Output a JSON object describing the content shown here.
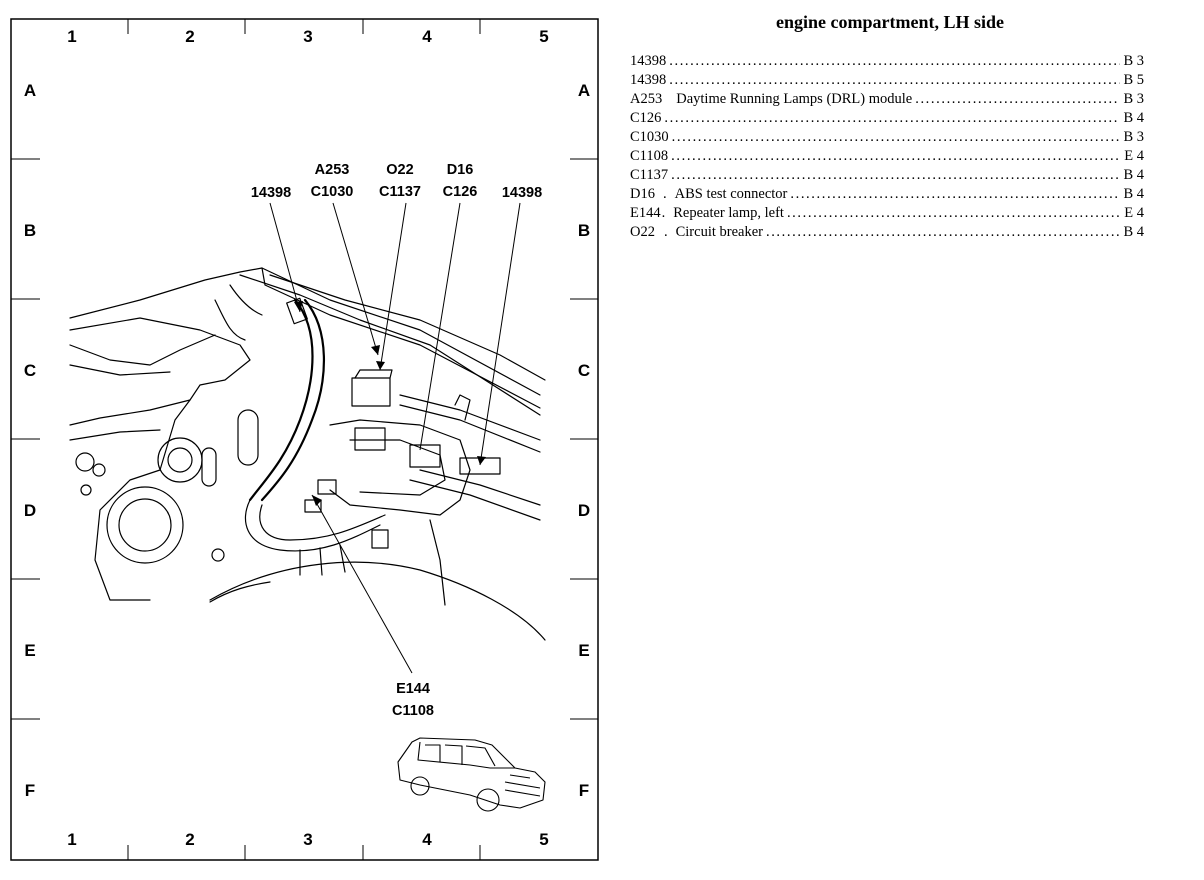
{
  "title": "engine compartment, LH side",
  "grid": {
    "columns": [
      "1",
      "2",
      "3",
      "4",
      "5"
    ],
    "rows": [
      "A",
      "B",
      "C",
      "D",
      "E",
      "F"
    ]
  },
  "callouts": [
    {
      "id": "c1",
      "lines": [
        "14398"
      ]
    },
    {
      "id": "c2",
      "lines": [
        "A253",
        "C1030"
      ]
    },
    {
      "id": "c3",
      "lines": [
        "O22",
        "C1137"
      ]
    },
    {
      "id": "c4",
      "lines": [
        "D16",
        "C126"
      ]
    },
    {
      "id": "c5",
      "lines": [
        "14398"
      ]
    },
    {
      "id": "c6",
      "lines": [
        "E144",
        "C1108"
      ]
    }
  ],
  "legend": [
    {
      "id": "14398",
      "sep": "",
      "desc": "",
      "loc": "B 3"
    },
    {
      "id": "14398",
      "sep": "",
      "desc": "",
      "loc": "B 5"
    },
    {
      "id": "A253",
      "sep": "",
      "desc": "Daytime Running Lamps (DRL) module",
      "loc": "B 3"
    },
    {
      "id": "C126",
      "sep": "",
      "desc": "",
      "loc": "B 4"
    },
    {
      "id": "C1030",
      "sep": "",
      "desc": "",
      "loc": "B 3"
    },
    {
      "id": "C1108",
      "sep": "",
      "desc": "",
      "loc": "E 4"
    },
    {
      "id": "C1137",
      "sep": "",
      "desc": "",
      "loc": "B 4"
    },
    {
      "id": "D16",
      "sep": ".",
      "desc": "ABS test connector",
      "loc": "B 4"
    },
    {
      "id": "E144",
      "sep": ".",
      "desc": "Repeater lamp, left",
      "loc": "E 4"
    },
    {
      "id": "O22",
      "sep": ".",
      "desc": "Circuit breaker",
      "loc": "B 4"
    }
  ]
}
